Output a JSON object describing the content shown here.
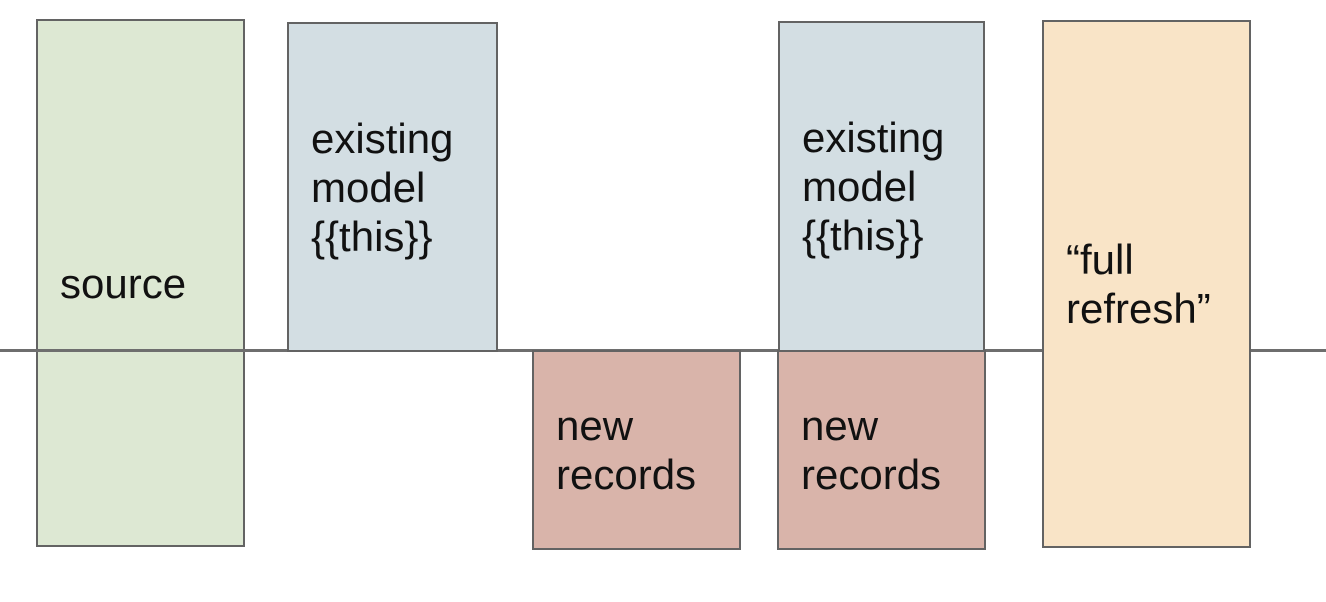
{
  "diagram": {
    "background": "#ffffff",
    "text_color": "#111111",
    "border_color": "#636363",
    "divider": {
      "name": "horizontal-divider-line",
      "color": "#6e6e6e"
    },
    "boxes": [
      {
        "name": "source",
        "label": "source",
        "fill": "#dde8d3"
      },
      {
        "name": "existing-model-1",
        "label": "existing\nmodel\n{{this}}",
        "fill": "#d3dee3"
      },
      {
        "name": "new-records-1",
        "label": "new\nrecords",
        "fill": "#d9b4aa"
      },
      {
        "name": "existing-model-2",
        "label": "existing\nmodel\n{{this}}",
        "fill": "#d3dee3"
      },
      {
        "name": "new-records-2",
        "label": "new\nrecords",
        "fill": "#d9b4aa"
      },
      {
        "name": "full-refresh",
        "label": "“full\nrefresh”",
        "fill": "#f9e4c7"
      }
    ]
  }
}
